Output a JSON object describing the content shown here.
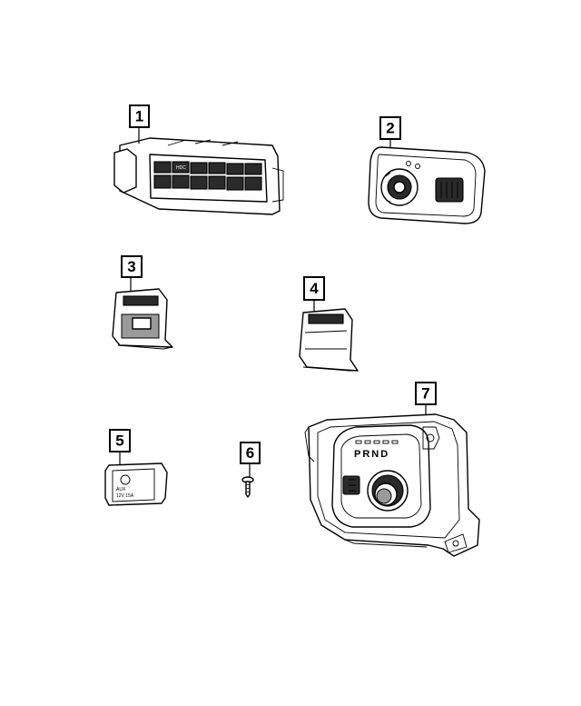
{
  "callouts": [
    {
      "id": "1",
      "label": "1"
    },
    {
      "id": "2",
      "label": "2"
    },
    {
      "id": "3",
      "label": "3"
    },
    {
      "id": "4",
      "label": "4"
    },
    {
      "id": "5",
      "label": "5"
    },
    {
      "id": "6",
      "label": "6"
    },
    {
      "id": "7",
      "label": "7"
    }
  ],
  "part_text": {
    "shifter_gears": "PRND",
    "switch_bank_hdc": "HDC",
    "outlet_line1": "AUX",
    "outlet_line2": "12V 15A"
  },
  "colors": {
    "line": "#000000",
    "background": "#ffffff",
    "dark_fill": "#2a2a2a"
  }
}
